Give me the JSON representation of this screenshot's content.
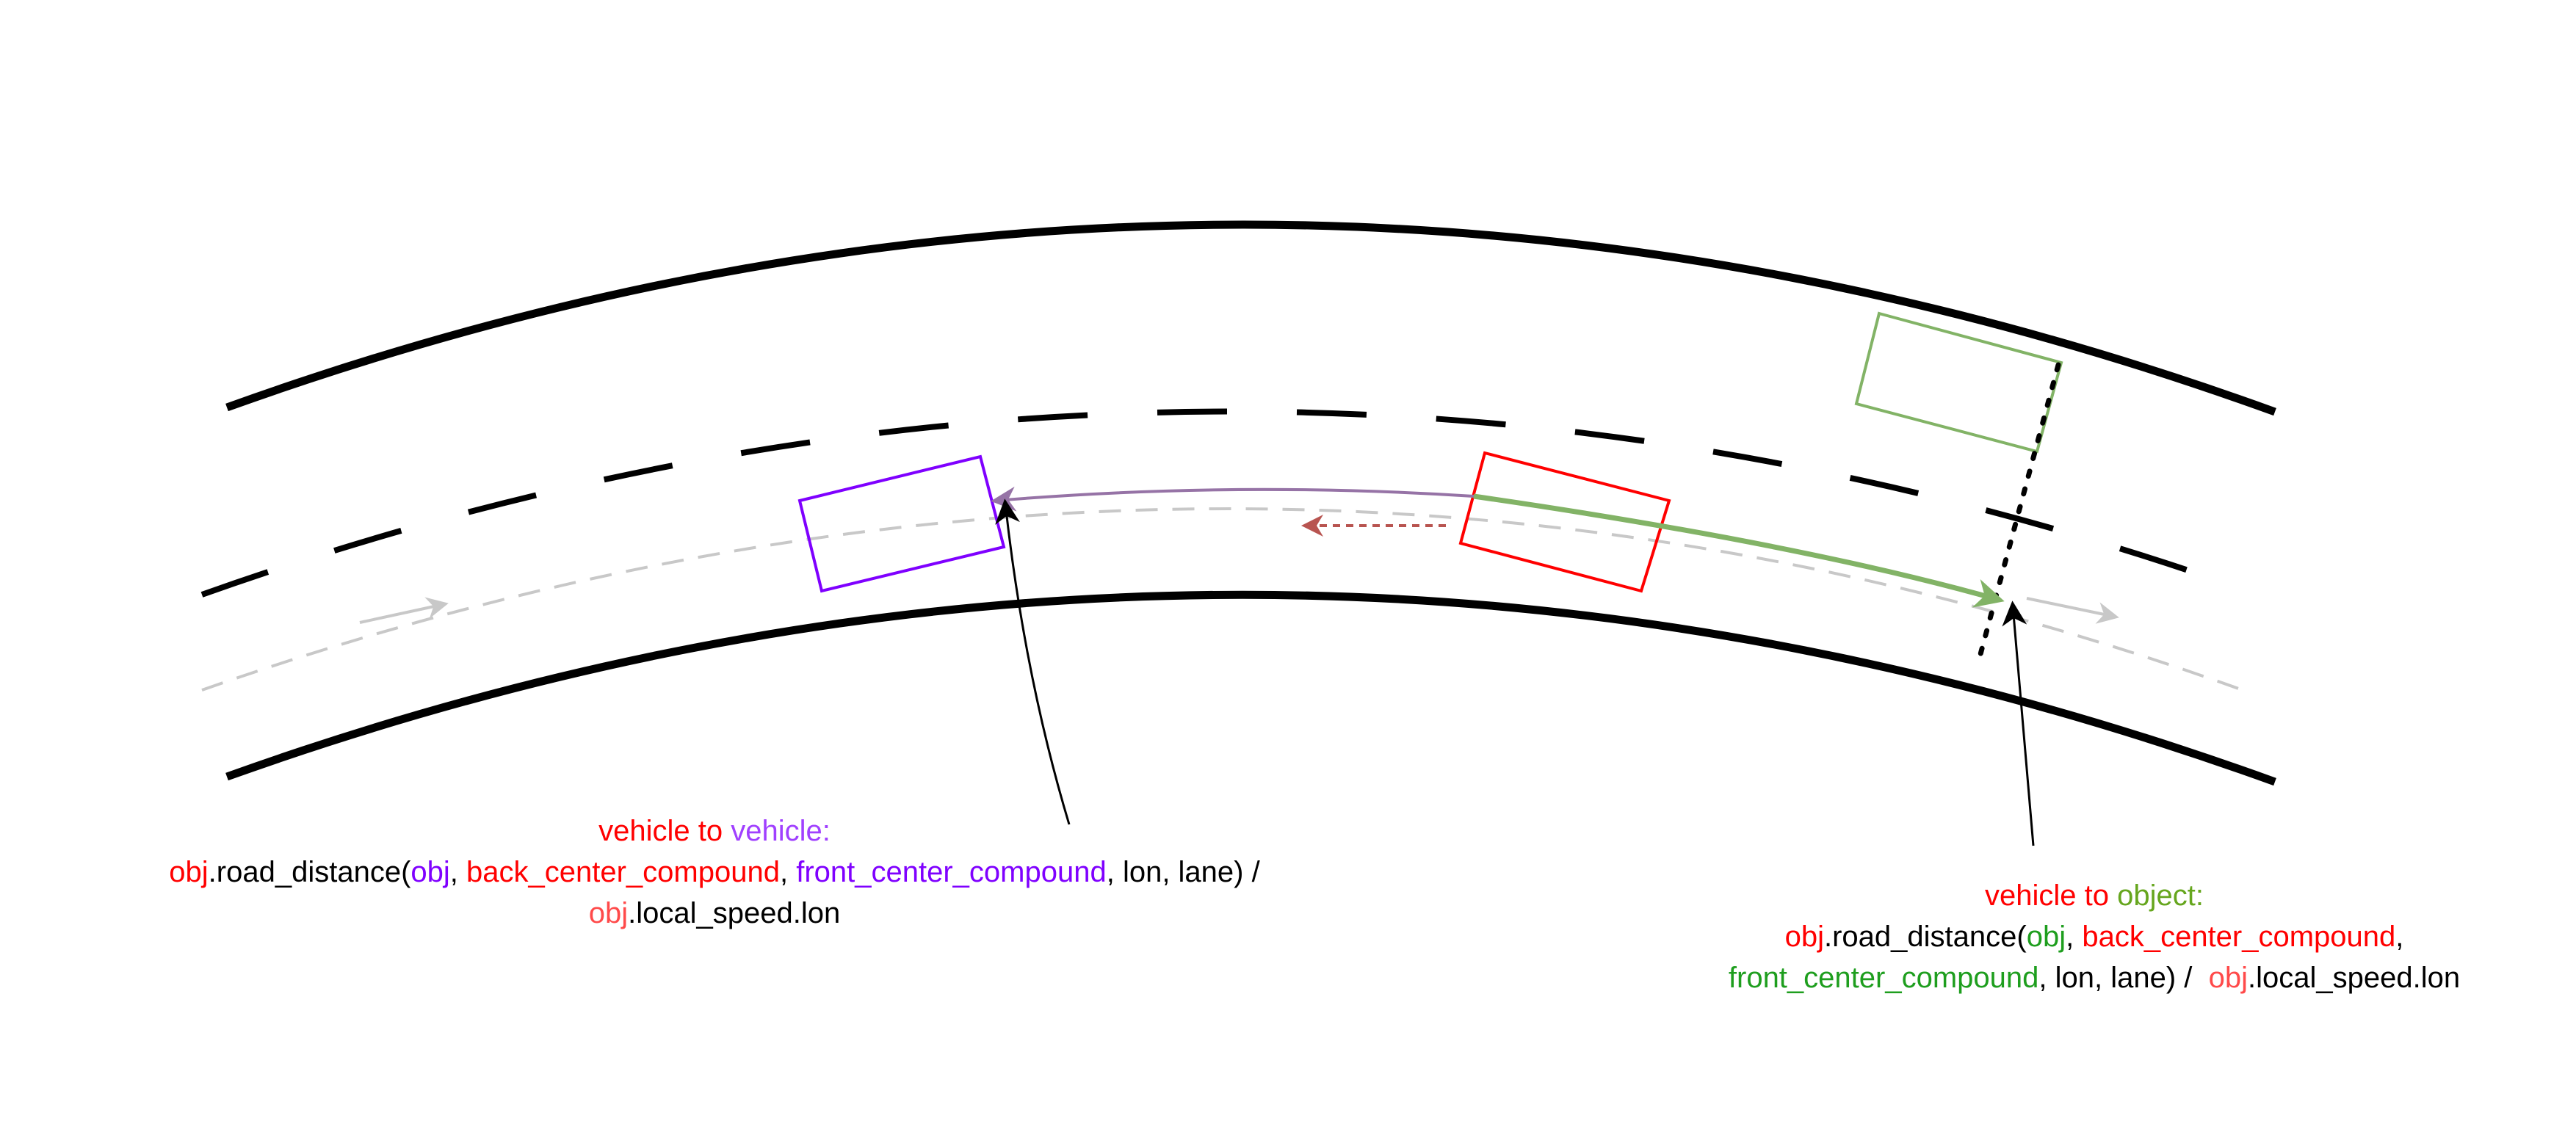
{
  "colors": {
    "ego": "#ff0000",
    "vehicle": "#7f00ff",
    "object": "#82b366",
    "lane": "#000000",
    "path": "#c8c8c8"
  },
  "left_caption": {
    "title": [
      "vehicle",
      " to ",
      "vehicle:"
    ],
    "line1": [
      "obj",
      ".road_distance(",
      "obj",
      ", ",
      "back_center_compound",
      ", ",
      "front_center_compound",
      ", lon, lane) /"
    ],
    "line2": [
      "obj",
      ".local_speed.lon"
    ]
  },
  "right_caption": {
    "title": [
      "vehicle",
      " to ",
      "object:"
    ],
    "line1": [
      "obj",
      ".road_distance(",
      "obj",
      ", ",
      "back_center_compound",
      ","
    ],
    "line2": [
      "front_center_compound",
      ", lon, lane) /  ",
      "obj",
      ".local_speed.lon"
    ]
  }
}
